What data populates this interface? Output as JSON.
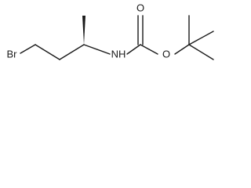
{
  "molecule": {
    "atoms": {
      "br": "Br",
      "nh": "NH",
      "o_carbonyl": "O",
      "o_ester": "O"
    }
  }
}
